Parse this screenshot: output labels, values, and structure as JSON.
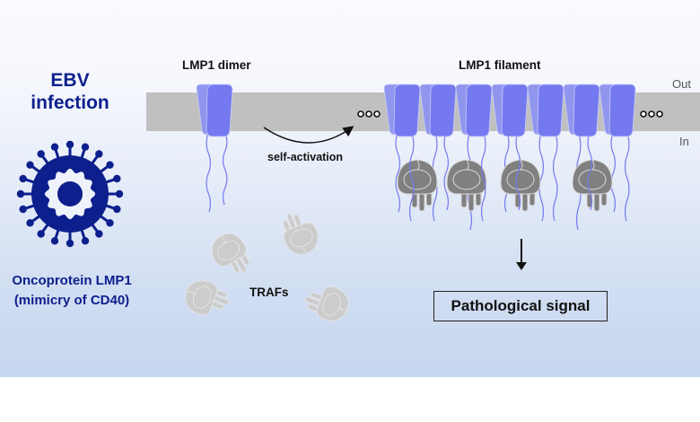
{
  "left_panel": {
    "title_line1": "EBV",
    "title_line2": "infection",
    "virus_icon": "virus-icon",
    "caption_line1": "Oncoprotein LMP1",
    "caption_line2": "(mimicry of CD40)"
  },
  "membrane": {
    "out_label": "Out",
    "in_label": "In",
    "ellipsis": "ooo"
  },
  "dimer": {
    "label": "LMP1 dimer"
  },
  "filament": {
    "label": "LMP1 filament",
    "dimer_count": 7,
    "bound_traf_count": 4
  },
  "transition": {
    "label": "self-activation"
  },
  "trafs": {
    "label": "TRAFs",
    "free_count": 4
  },
  "output": {
    "label": "Pathological signal"
  },
  "colors": {
    "text_blue": "#0d1f8c",
    "protein_front": "#7479f0",
    "protein_back": "#9095ee",
    "membrane": "#c0c0c0",
    "traf_bound": "#808080",
    "traf_free": "#cccccc"
  }
}
